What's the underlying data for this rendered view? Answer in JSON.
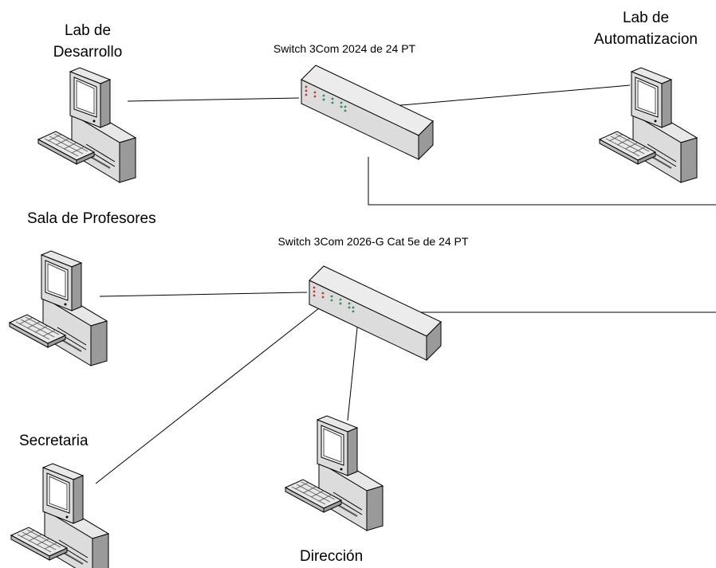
{
  "labels": {
    "lab_desarrollo_line1": "Lab de",
    "lab_desarrollo_line2": "Desarrollo",
    "lab_automatizacion_line1": "Lab de",
    "lab_automatizacion_line2": "Automatizacion",
    "sala_profesores": "Sala de Profesores",
    "secretaria": "Secretaria",
    "direccion": "Dirección",
    "switch_top": "Switch 3Com 2024 de 24 PT",
    "switch_bottom": "Switch 3Com 2026-G Cat 5e de 24 PT"
  },
  "colors": {
    "device_light": "#e8e8e8",
    "device_mid": "#c8c8c8",
    "device_dark": "#8a8a8a",
    "screen": "#ffffff",
    "led_red": "#c0392b",
    "led_green": "#2e8b57"
  }
}
